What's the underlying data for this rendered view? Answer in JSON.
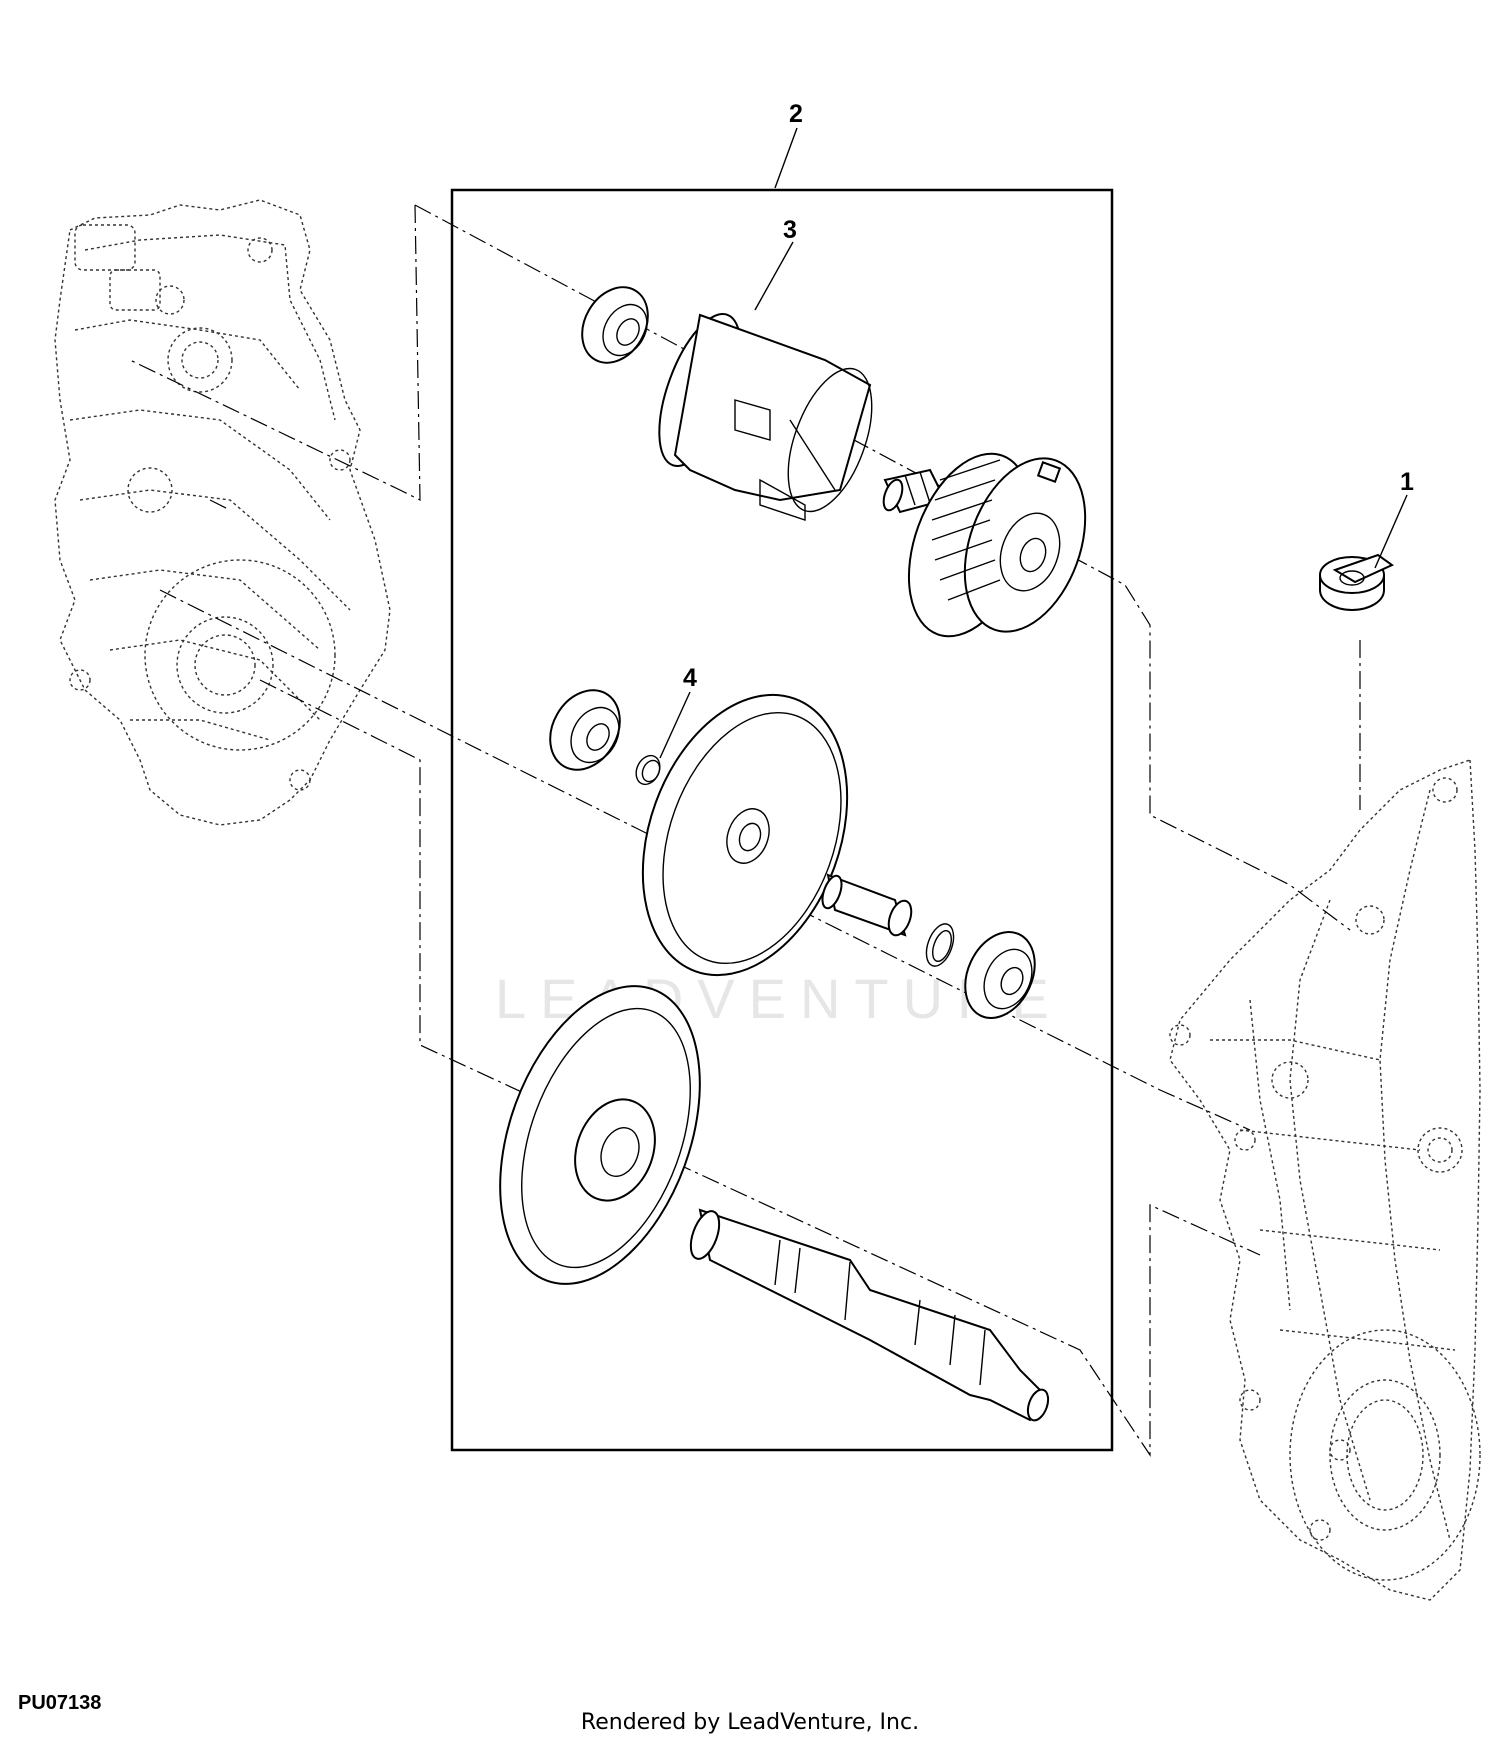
{
  "callouts": {
    "c1": "1",
    "c2": "2",
    "c3": "3",
    "c4": "4"
  },
  "figure_code": "PU07138",
  "credit": "Rendered by LeadVenture, Inc.",
  "watermark": "LEADVENTURE"
}
